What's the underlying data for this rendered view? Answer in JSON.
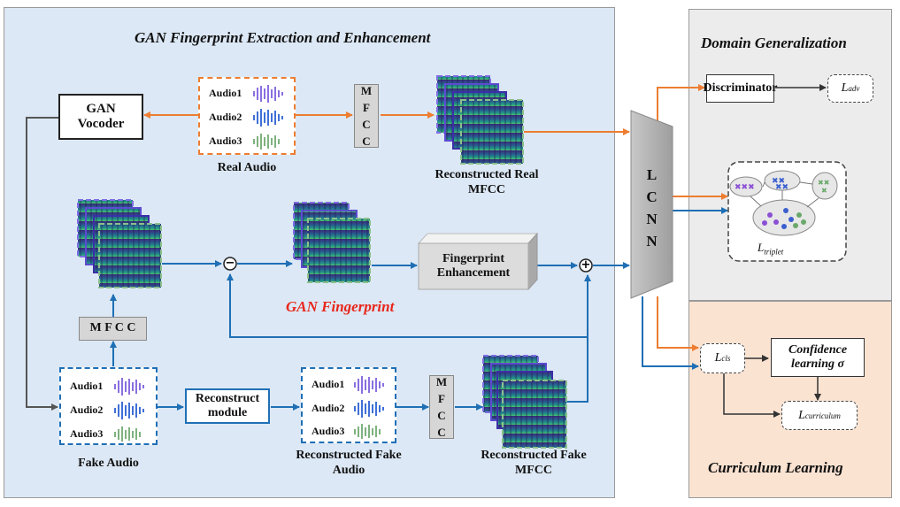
{
  "panels": {
    "gan_title": "GAN Fingerprint Extraction and Enhancement",
    "domain_title": "Domain Generalization",
    "curriculum_title": "Curriculum Learning"
  },
  "boxes": {
    "gan_vocoder": "GAN Vocoder",
    "mfcc_h": "M F C C",
    "mfcc_letters": [
      "M",
      "F",
      "C",
      "C"
    ],
    "fingerprint_enhancement": "Fingerprint Enhancement",
    "reconstruct_module": "Reconstruct module",
    "lcnn_letters": [
      "L",
      "C",
      "N",
      "N"
    ],
    "discriminator": "Discriminator",
    "confidence_learning": "Confidence learning σ"
  },
  "audio_items": [
    "Audio1",
    "Audio2",
    "Audio3"
  ],
  "labels": {
    "real_audio": "Real Audio",
    "reconstructed_real_mfcc": "Reconstructed Real MFCC",
    "gan_fingerprint": "GAN Fingerprint",
    "fake_audio": "Fake Audio",
    "reconstructed_fake_audio": "Reconstructed Fake Audio",
    "reconstructed_fake_mfcc": "Reconstructed Fake MFCC"
  },
  "losses": {
    "adv": {
      "base": "L",
      "sub": "adv"
    },
    "triplet": {
      "base": "L",
      "sub": "triplet"
    },
    "cls": {
      "base": "L",
      "sub": "cls"
    },
    "curriculum": {
      "base": "L",
      "sub": "curriculum"
    }
  },
  "operators": {
    "minus": "−",
    "plus": "+"
  },
  "colors": {
    "gan_panel_bg": "#dce8f5",
    "domain_panel_bg": "#ececec",
    "curriculum_panel_bg": "#fbe3d2",
    "orange_arrow": "#ed7d31",
    "blue_arrow": "#1f6fb5",
    "grey_arrow": "#555555",
    "fingerprint_red": "#e8261c",
    "real_audio_border": "#ed7d31",
    "fake_audio_border": "#1f6fb5"
  }
}
